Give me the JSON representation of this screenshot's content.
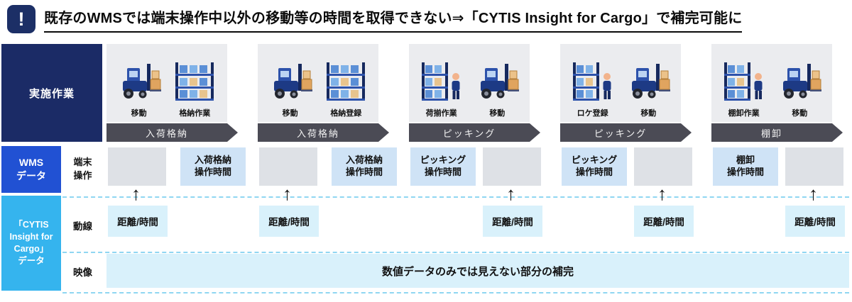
{
  "header": {
    "icon_label": "!",
    "title": "既存のWMSでは端末操作中以外の移動等の時間を取得できない⇒「CYTIS Insight for Cargo」で補完可能に"
  },
  "row_labels": {
    "work": "実施作業",
    "wms": "WMS\nデータ",
    "wms_sub": "端末\n操作",
    "cytis": "「CYTIS\nInsight for\nCargo」\nデータ",
    "cytis_sub_flow": "動線",
    "cytis_sub_video": "映像"
  },
  "glyphs": {
    "up_arrow": "↑"
  },
  "groups": [
    {
      "banner": "入荷格納",
      "tasks": [
        {
          "label": "移動",
          "icon": "forklift"
        },
        {
          "label": "格納作業",
          "icon": "rack"
        }
      ],
      "wms": {
        "time_label": "入荷格納\n操作時間",
        "gap_slot": "left"
      },
      "flow_label": "距離/時間"
    },
    {
      "banner": "入荷格納",
      "tasks": [
        {
          "label": "移動",
          "icon": "forklift"
        },
        {
          "label": "格納登録",
          "icon": "rack"
        }
      ],
      "wms": {
        "time_label": "入荷格納\n操作時間",
        "gap_slot": "left"
      },
      "flow_label": "距離/時間"
    },
    {
      "banner": "ピッキング",
      "tasks": [
        {
          "label": "荷揃作業",
          "icon": "rack-person"
        },
        {
          "label": "移動",
          "icon": "forklift"
        }
      ],
      "wms": {
        "time_label": "ピッキング\n操作時間",
        "gap_slot": "right"
      },
      "flow_label": "距離/時間"
    },
    {
      "banner": "ピッキング",
      "tasks": [
        {
          "label": "ロケ登録",
          "icon": "rack-person"
        },
        {
          "label": "移動",
          "icon": "forklift"
        }
      ],
      "wms": {
        "time_label": "ピッキング\n操作時間",
        "gap_slot": "right"
      },
      "flow_label": "距離/時間"
    },
    {
      "banner": "棚卸",
      "tasks": [
        {
          "label": "棚卸作業",
          "icon": "rack-person"
        },
        {
          "label": "移動",
          "icon": "forklift"
        }
      ],
      "wms": {
        "time_label": "棚卸\n操作時間",
        "gap_slot": "right"
      },
      "flow_label": "距離/時間"
    }
  ],
  "video_row": {
    "text": "数値データのみでは見えない部分の補完"
  },
  "colors": {
    "navy": "#1b2b66",
    "wms_blue": "#2151d3",
    "cytis_cyan": "#35b4ee",
    "banner_gray": "#4b4b55",
    "gap_gray": "#dee1e6",
    "wms_time_blue": "#cfe3f6",
    "cytis_box_cyan": "#d9f1fb",
    "panel_gray": "#ebecef"
  }
}
